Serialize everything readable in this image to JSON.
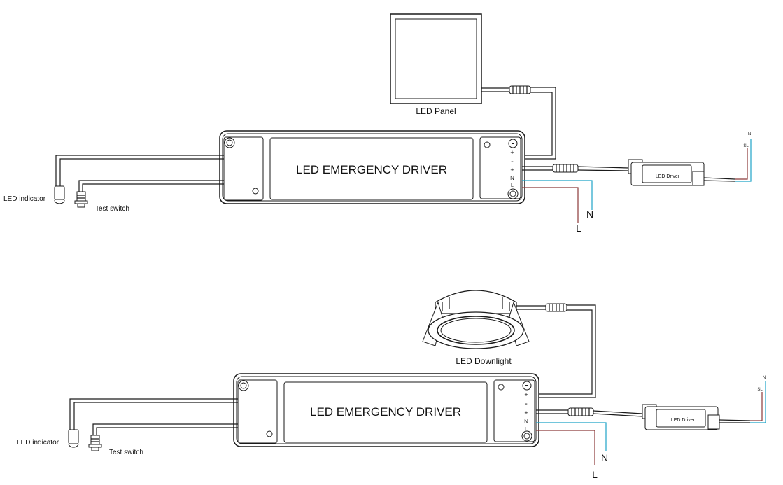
{
  "colors": {
    "line": "#1a1a1a",
    "neutral_wire": "#1fa3c7",
    "live_wire": "#8c3a3a",
    "background": "#ffffff"
  },
  "top": {
    "driver_title": "LED EMERGENCY DRIVER",
    "load_label": "LED Panel",
    "terminals": [
      "+",
      "-",
      "+",
      "N",
      "L"
    ],
    "indicator_label": "LED indicator",
    "switch_label": "Test switch",
    "neutral_label": "N",
    "live_label": "L",
    "led_driver_label": "LED Driver",
    "mains_n": "N",
    "mains_sl": "SL"
  },
  "bottom": {
    "driver_title": "LED EMERGENCY DRIVER",
    "load_label": "LED Downlight",
    "terminals": [
      "+",
      "-",
      "+",
      "N",
      "L"
    ],
    "indicator_label": "LED indicator",
    "switch_label": "Test switch",
    "neutral_label": "N",
    "live_label": "L",
    "led_driver_label": "LED Driver",
    "mains_n": "N",
    "mains_sl": "SL"
  }
}
